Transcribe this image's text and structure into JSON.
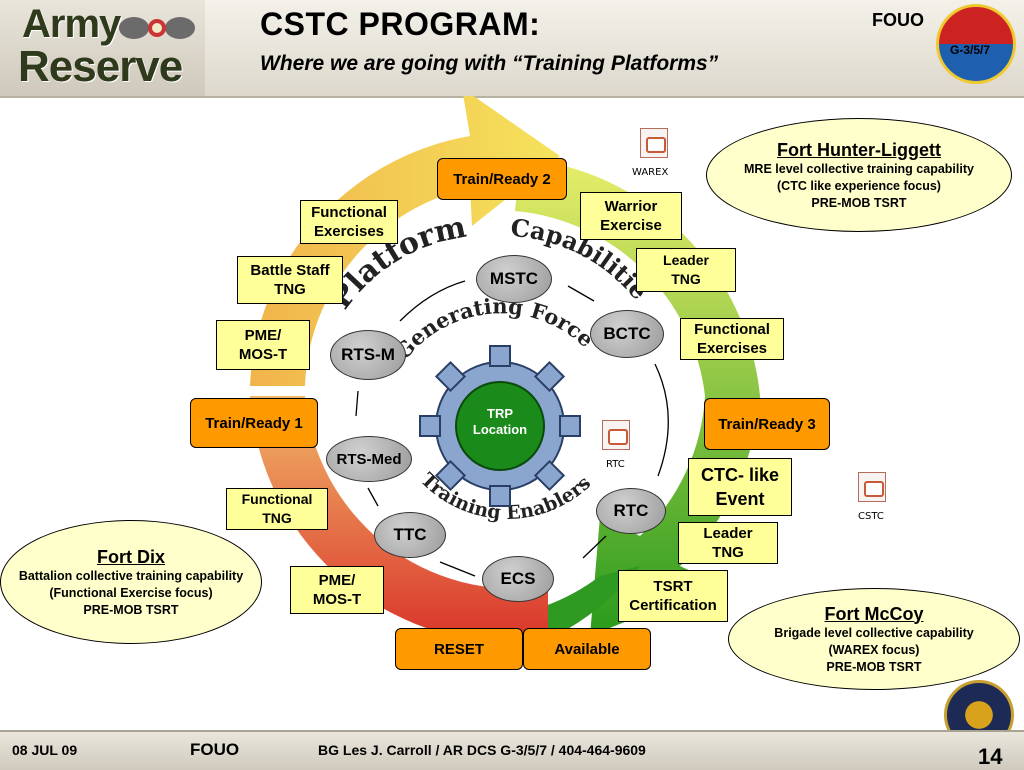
{
  "header": {
    "logo_line1": "Army",
    "logo_line2": "Reserve",
    "title": "CSTC PROGRAM:",
    "subtitle": "Where we are going with “Training Platforms”",
    "fouo": "FOUO",
    "emblem_label": "G-3/5/7"
  },
  "cycle": {
    "platform_label": "Platform",
    "capabilities_label": "Capabilities",
    "generating_force_label": "Generating Force",
    "training_enablers_label": "Training Enablers",
    "center": {
      "line1": "TRP",
      "line2": "Location"
    },
    "nodes": [
      "MSTC",
      "BCTC",
      "RTC",
      "ECS",
      "TTC",
      "RTS-Med",
      "RTS-M"
    ]
  },
  "stages": {
    "train_ready_1": "Train/Ready 1",
    "train_ready_2": "Train/Ready 2",
    "train_ready_3": "Train/Ready 3",
    "reset": "RESET",
    "available": "Available"
  },
  "activities": {
    "functional_exercises_top": [
      "Functional",
      "Exercises"
    ],
    "battle_staff_tng": [
      "Battle Staff",
      "TNG"
    ],
    "pme_mos_t_upper": [
      "PME/",
      "MOS-T"
    ],
    "functional_tng": [
      "Functional",
      "TNG"
    ],
    "pme_mos_t_lower": [
      "PME/",
      "MOS-T"
    ],
    "warrior_exercise": [
      "Warrior",
      "Exercise"
    ],
    "leader_tng_upper": [
      "Leader",
      "TNG"
    ],
    "functional_exercises_right": [
      "Functional",
      "Exercises"
    ],
    "ctc_like_event": [
      "CTC- like",
      "Event"
    ],
    "leader_tng_lower": [
      "Leader",
      "TNG"
    ],
    "tsrt_certification": [
      "TSRT",
      "Certification"
    ]
  },
  "icons": {
    "warex": "WAREX",
    "rtc": "RTC",
    "cstc": "CSTC"
  },
  "forts": {
    "hunter_liggett": {
      "name": "Fort Hunter-Liggett",
      "line1": "MRE level collective training capability",
      "line2": "(CTC like experience focus)",
      "line3": "PRE-MOB TSRT"
    },
    "dix": {
      "name": "Fort Dix",
      "line1": "Battalion collective training capability",
      "line2": "(Functional Exercise focus)",
      "line3": "PRE-MOB TSRT"
    },
    "mccoy": {
      "name": "Fort McCoy",
      "line1": "Brigade level collective capability",
      "line2": "(WAREX focus)",
      "line3": "PRE-MOB TSRT"
    }
  },
  "footer": {
    "date": "08 JUL 09",
    "fouo": "FOUO",
    "contact": "BG Les J. Carroll / AR DCS G-3/5/7 / 404-464-9609",
    "page": "14"
  },
  "colors": {
    "orange_box": "#ff9900",
    "yellow_box": "#ffff99",
    "ellipse_fill": "#ffffcc",
    "center_green": "#1a8a1a"
  }
}
